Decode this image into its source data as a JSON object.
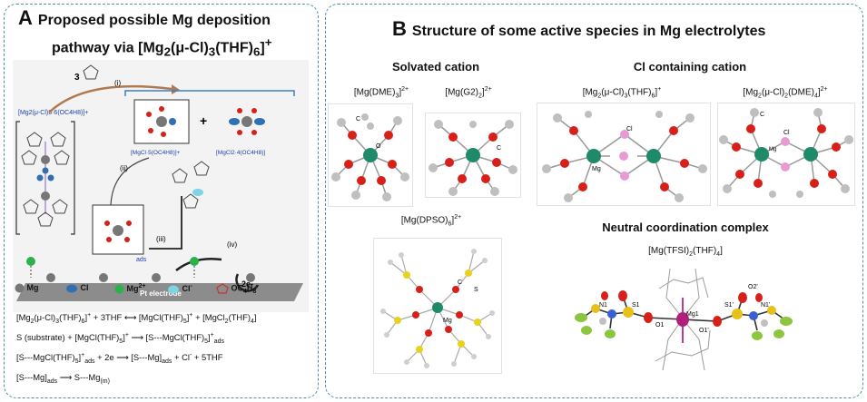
{
  "panel_a": {
    "letter": "A",
    "title_line1": "Proposed possible Mg deposition",
    "title_line2": "pathway via [Mg2(μ-Cl)3(THF)6]+",
    "diagram": {
      "left_species": "[Mg2(μ-Cl)3·6(OC4H8)]+",
      "step_i": "(i)",
      "step_ii": "(ii)",
      "step_iii": "(iii)",
      "step_iv": "(iv)",
      "reagent_count": "3",
      "species_cation": "[MgCl·5(OC4H8)]+",
      "plus": "+",
      "species_neutral": "[MgCl2·4(OC4H8)]",
      "ads_label": "ads",
      "electrode_label": "Pt electrode",
      "electrons": "2e-"
    },
    "legend": {
      "mg": "Mg",
      "cl": "Cl",
      "mg2": "Mg2+",
      "cl_ion": "Cl-",
      "thf": "OC4H8"
    },
    "equations": [
      "[Mg2(μ-Cl)3(THF)6]+ + 3THF ⟷ [MgCl(THF)5]+ + [MgCl2(THF)4]",
      "S (substrate) + [MgCl(THF)5]+ ⟶ [S---MgCl(THF)5]+ads",
      "[S---MgCl(THF)5]+ads + 2e ⟶ [S---Mg]ads + Cl- + 5THF",
      "[S---Mg]ads ⟶ S---Mg(m)"
    ]
  },
  "panel_b": {
    "letter": "B",
    "title": "Structure of some active species in Mg electrolytes",
    "solvated_heading": "Solvated cation",
    "cl_heading": "Cl containing cation",
    "neutral_heading": "Neutral coordination complex",
    "species": {
      "mg_dme3": "[Mg(DME)3]2+",
      "mg_g2_2": "[Mg(G2)2]2+",
      "mg2_cl3_thf6": "[Mg2(μ-Cl)3(THF)6]+",
      "mg2_cl2_dme4": "[Mg2(μ-Cl)2(DME)4]2+",
      "mg_dpso6": "[Mg(DPSO)6]2+",
      "mg_tfsi2_thf4": "[Mg(TFSI)2(THF)4]"
    },
    "atom_labels": {
      "mg": "Mg",
      "mg1": "Mg1",
      "cl": "Cl",
      "o": "O",
      "c": "C",
      "s": "S",
      "o1": "O1",
      "o1p": "O1'",
      "o2p": "O2'",
      "n1": "N1",
      "n1p": "N1'",
      "s1": "S1",
      "s1p": "S1'"
    }
  },
  "colors": {
    "panel_border": "#4a90a8",
    "mg_green": "#1f8a6a",
    "oxygen_red": "#d8201a",
    "carbon_grey": "#bfbfbf",
    "cl_pink": "#e79bd3",
    "cl_blue": "#2f6fb3",
    "mg2_green": "#2db14b",
    "cl_ion_cyan": "#7fd3e6",
    "label_blue": "#1b3fb0",
    "electrode": "#8c8c8c"
  }
}
